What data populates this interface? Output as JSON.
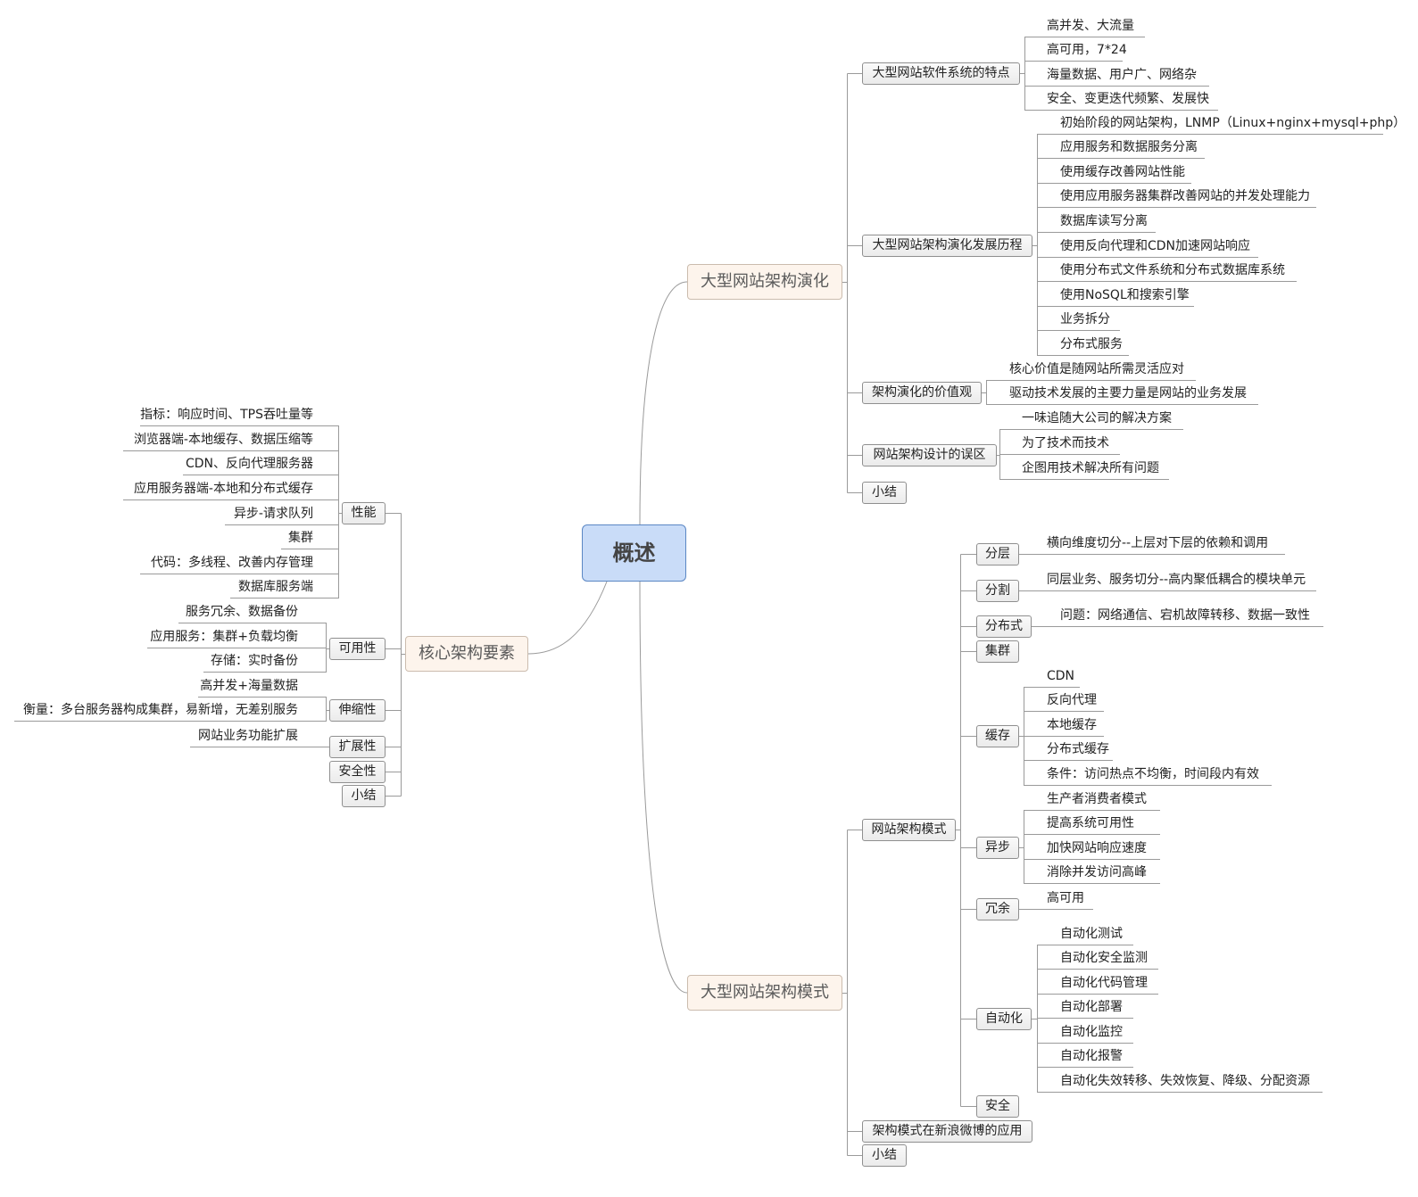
{
  "center": "概述",
  "evolution": {
    "label": "大型网站架构演化",
    "features": {
      "label": "大型网站软件系统的特点",
      "items": [
        "高并发、大流量",
        "高可用，7*24",
        "海量数据、用户广、网络杂",
        "安全、变更迭代频繁、发展快"
      ]
    },
    "history": {
      "label": "大型网站架构演化发展历程",
      "items": [
        "初始阶段的网站架构，LNMP（Linux+nginx+mysql+php）",
        "应用服务和数据服务分离",
        "使用缓存改善网站性能",
        "使用应用服务器集群改善网站的并发处理能力",
        "数据库读写分离",
        "使用反向代理和CDN加速网站响应",
        "使用分布式文件系统和分布式数据库系统",
        "使用NoSQL和搜索引擎",
        "业务拆分",
        "分布式服务"
      ]
    },
    "values": {
      "label": "架构演化的价值观",
      "items": [
        "核心价值是随网站所需灵活应对",
        "驱动技术发展的主要力量是网站的业务发展"
      ]
    },
    "pitfalls": {
      "label": "网站架构设计的误区",
      "items": [
        "一味追随大公司的解决方案",
        "为了技术而技术",
        "企图用技术解决所有问题"
      ]
    },
    "summary": "小结"
  },
  "patterns": {
    "label": "大型网站架构模式",
    "site_patterns": {
      "label": "网站架构模式",
      "layering": {
        "label": "分层",
        "items": [
          "横向维度切分--上层对下层的依赖和调用"
        ]
      },
      "partition": {
        "label": "分割",
        "items": [
          "同层业务、服务切分--高内聚低耦合的模块单元"
        ]
      },
      "distributed": {
        "label": "分布式",
        "items": [
          "问题：网络通信、宕机故障转移、数据一致性"
        ]
      },
      "cluster": {
        "label": "集群"
      },
      "cache": {
        "label": "缓存",
        "items": [
          "CDN",
          "反向代理",
          "本地缓存",
          "分布式缓存",
          "条件：访问热点不均衡，时间段内有效"
        ]
      },
      "async": {
        "label": "异步",
        "items": [
          "生产者消费者模式",
          "提高系统可用性",
          "加快网站响应速度",
          "消除并发访问高峰"
        ]
      },
      "redundancy": {
        "label": "冗余",
        "items": [
          "高可用"
        ]
      },
      "automation": {
        "label": "自动化",
        "items": [
          "自动化测试",
          "自动化安全监测",
          "自动化代码管理",
          "自动化部署",
          "自动化监控",
          "自动化报警",
          "自动化失效转移、失效恢复、降级、分配资源"
        ]
      },
      "security": {
        "label": "安全"
      }
    },
    "weibo": "架构模式在新浪微博的应用",
    "summary": "小结"
  },
  "core": {
    "label": "核心架构要素",
    "performance": {
      "label": "性能",
      "items": [
        "指标：响应时间、TPS吞吐量等",
        "浏览器端-本地缓存、数据压缩等",
        "CDN、反向代理服务器",
        "应用服务器端-本地和分布式缓存",
        "异步-请求队列",
        "集群",
        "代码：多线程、改善内存管理",
        "数据库服务端"
      ]
    },
    "availability": {
      "label": "可用性",
      "items": [
        "服务冗余、数据备份",
        "应用服务：集群+负载均衡",
        "存储：实时备份"
      ]
    },
    "scalability": {
      "label": "伸缩性",
      "items": [
        "高并发+海量数据",
        "衡量：多台服务器构成集群，易新增，无差别服务"
      ]
    },
    "extensibility": {
      "label": "扩展性",
      "items": [
        "网站业务功能扩展"
      ]
    },
    "security": {
      "label": "安全性"
    },
    "summary": "小结"
  },
  "colors": {
    "center_fill": "#c9dcf8",
    "center_border": "#5b87c4",
    "branch_fill": "#fdf4ec",
    "branch_border": "#cbbcae",
    "topic_border": "#8f8f8f",
    "line": "#9a9a9a"
  }
}
